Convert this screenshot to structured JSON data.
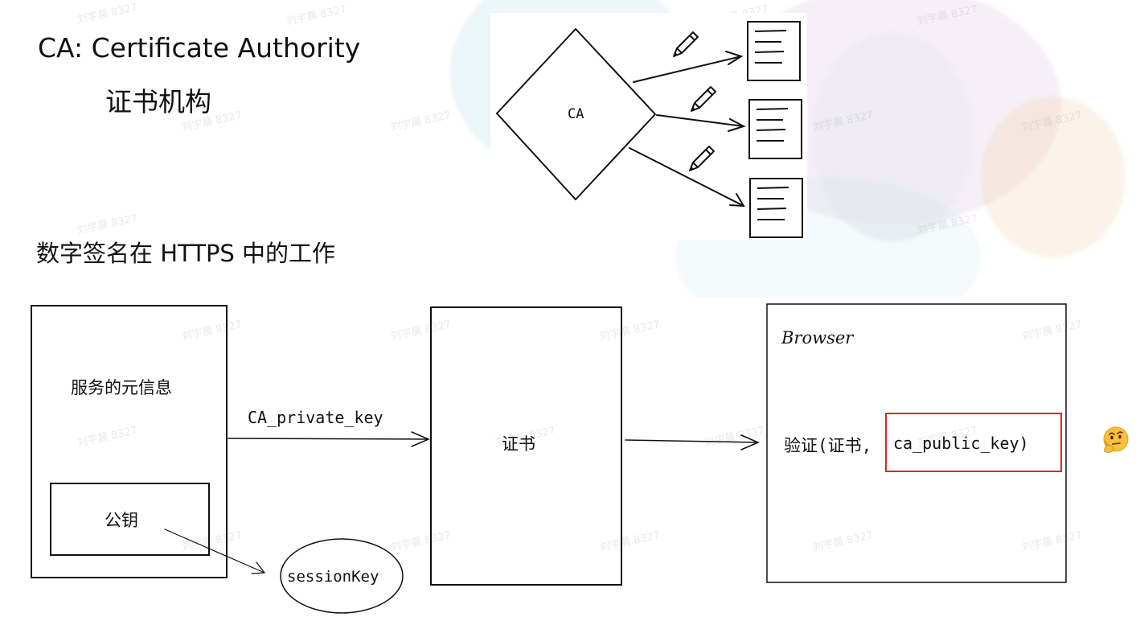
{
  "header": {
    "title_en": "CA: Certificate Authority",
    "title_cn": "证书机构"
  },
  "ca_diagram": {
    "node_label": "CA",
    "certificate_count": 3,
    "icons": [
      "pencil-icon",
      "document-icon"
    ]
  },
  "section": {
    "title": "数字签名在 HTTPS 中的工作"
  },
  "flow": {
    "server_box_label": "服务的元信息",
    "public_key_label": "公钥",
    "arrow_label": "CA_private_key",
    "certificate_label": "证书",
    "session_key_label": "sessionKey",
    "browser_label": "Browser",
    "verify_prefix": "验证(证书,",
    "verify_key": "ca_public_key)"
  },
  "watermark_text": "刘宇晨 8327",
  "colors": {
    "highlight_border": "#d22b2b",
    "stroke": "#111111"
  }
}
